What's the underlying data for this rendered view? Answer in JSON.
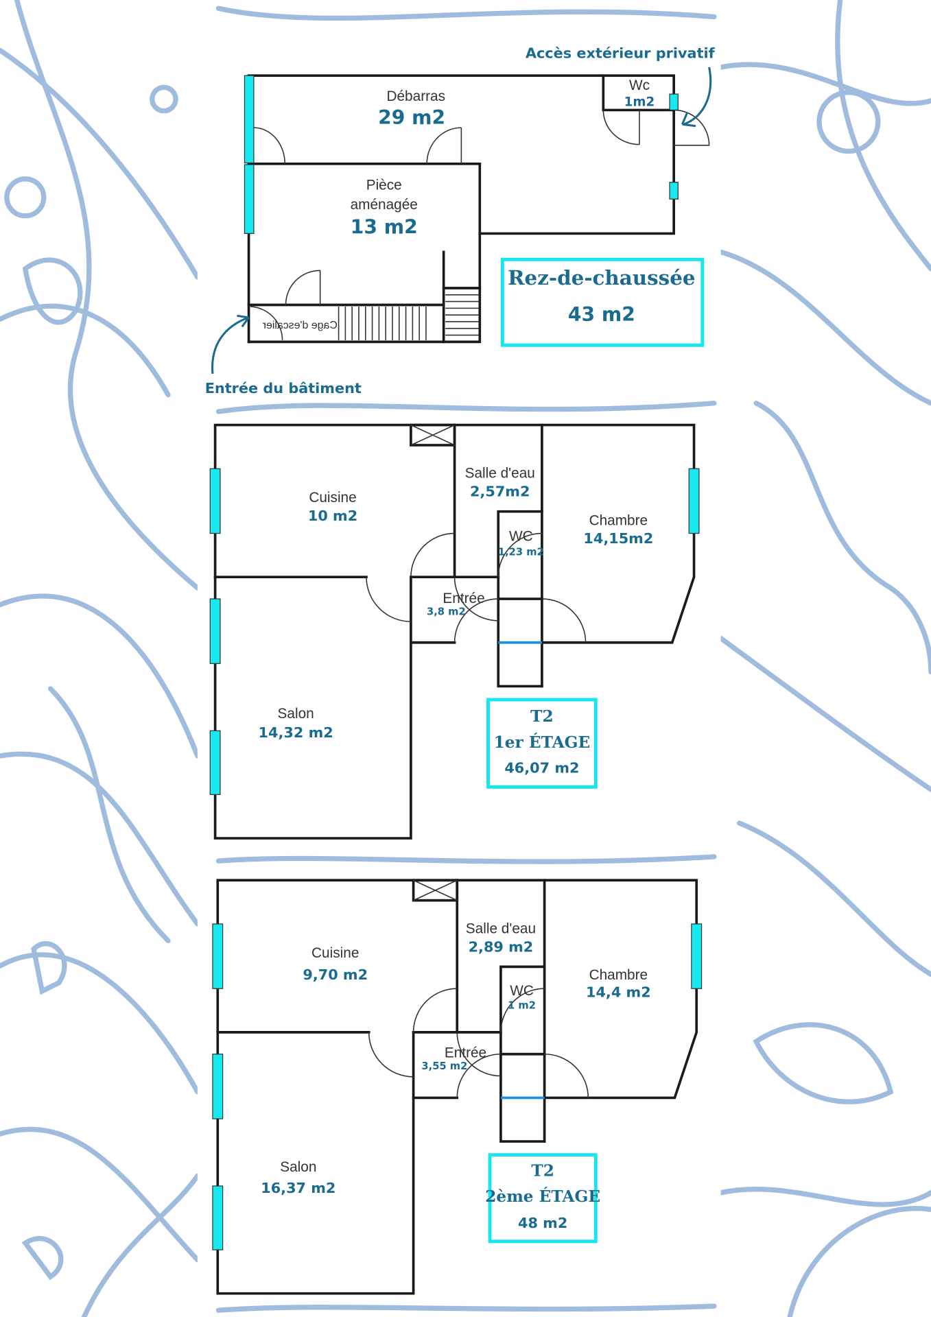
{
  "colors": {
    "accent": "#1a6b8f",
    "window": "#18e8f0",
    "pattern": "#9fbbdd",
    "wall": "#1a1a1a"
  },
  "ground_floor": {
    "annotations": {
      "private_access": "Accès extérieur privatif",
      "building_entrance": "Entrée du bâtiment"
    },
    "rooms": {
      "debarras": {
        "label": "Débarras",
        "area": "29 m2"
      },
      "piece": {
        "label_line1": "Pièce",
        "label_line2": "aménagée",
        "area": "13 m2"
      },
      "wc": {
        "label": "Wc",
        "area": "1m2"
      },
      "stairwell": {
        "label": "Cage d'escalier"
      }
    },
    "summary": {
      "title": "Rez-de-chaussée",
      "area": "43 m2"
    }
  },
  "first_floor": {
    "rooms": {
      "cuisine": {
        "label": "Cuisine",
        "area": "10 m2"
      },
      "salle_eau": {
        "label": "Salle d'eau",
        "area": "2,57m2"
      },
      "wc": {
        "label": "WC",
        "area": "1,23 m2"
      },
      "chambre": {
        "label": "Chambre",
        "area": "14,15m2"
      },
      "entree": {
        "label": "Entrée",
        "area": "3,8 m2"
      },
      "salon": {
        "label": "Salon",
        "area": "14,32 m2"
      }
    },
    "summary": {
      "type": "T2",
      "level": "1er ÉTAGE",
      "area": "46,07 m2"
    }
  },
  "second_floor": {
    "rooms": {
      "cuisine": {
        "label": "Cuisine",
        "area": "9,70 m2"
      },
      "salle_eau": {
        "label": "Salle d'eau",
        "area": "2,89 m2"
      },
      "wc": {
        "label": "WC",
        "area": "1 m2"
      },
      "chambre": {
        "label": "Chambre",
        "area": "14,4 m2"
      },
      "entree": {
        "label": "Entrée",
        "area": "3,55 m2"
      },
      "salon": {
        "label": "Salon",
        "area": "16,37 m2"
      }
    },
    "summary": {
      "type": "T2",
      "level": "2ème ÉTAGE",
      "area": "48 m2"
    }
  }
}
